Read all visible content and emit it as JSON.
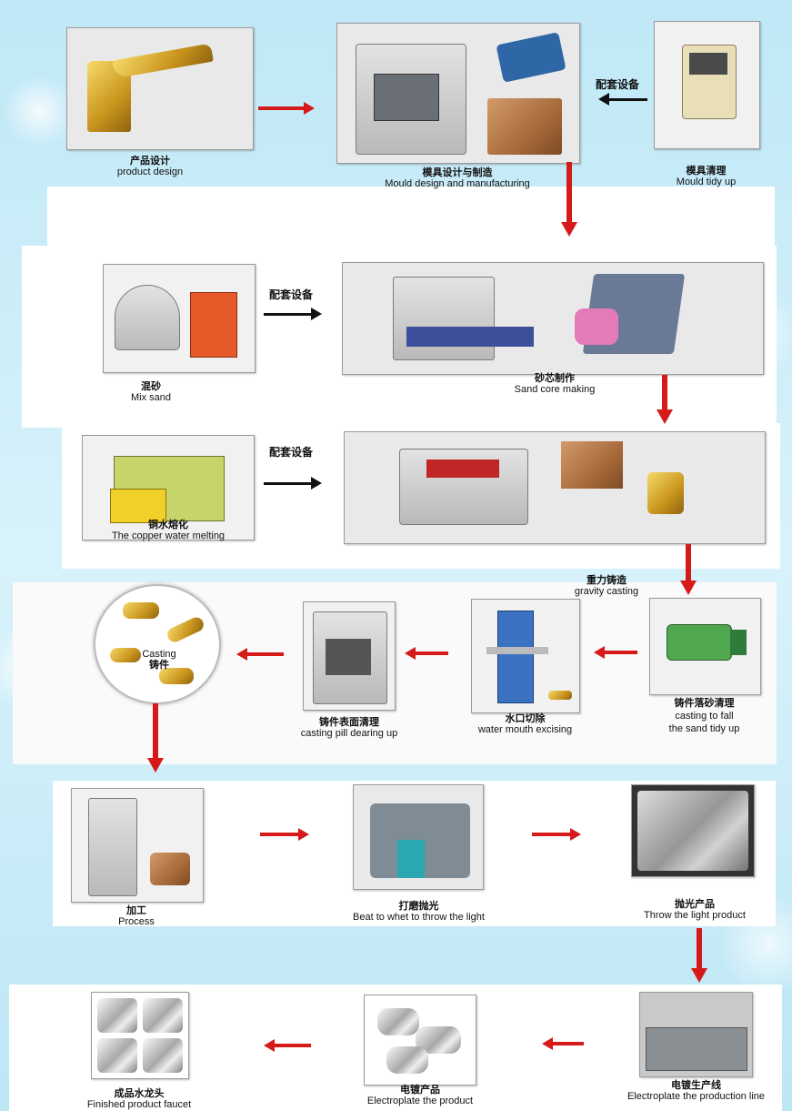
{
  "steps": {
    "product_design": {
      "cn": "产品设计",
      "en": "product design"
    },
    "mould_design": {
      "cn": "模具设计与制造",
      "en": "Mould design and manufacturing"
    },
    "mould_tidy": {
      "cn": "模具清理",
      "en": "Mould tidy up"
    },
    "mix_sand": {
      "cn": "混砂",
      "en": "Mix sand"
    },
    "sand_core": {
      "cn": "砂芯制作",
      "en": "Sand core making"
    },
    "copper_melt": {
      "cn": "铜水熔化",
      "en": "The copper water melting"
    },
    "gravity_casting": {
      "cn": "重力铸造",
      "en": "gravity casting"
    },
    "fall_sand": {
      "cn": "铸件落砂清理",
      "en1": "casting to fall",
      "en2": "the sand tidy up"
    },
    "water_mouth": {
      "cn": "水口切除",
      "en": "water mouth excising"
    },
    "pill_clearing": {
      "cn": "铸件表面清理",
      "en": "casting pill dearing up"
    },
    "casting": {
      "en": "Casting",
      "cn": "铸件"
    },
    "process": {
      "cn": "加工",
      "en": "Process"
    },
    "polish": {
      "cn": "打磨抛光",
      "en": "Beat to whet to throw the light"
    },
    "light_product": {
      "cn": "抛光产品",
      "en": "Throw the light product"
    },
    "electroplate_line": {
      "cn": "电镀生产线",
      "en": "Electroplate the production line"
    },
    "electroplate_product": {
      "cn": "电镀产品",
      "en": "Electroplate the product"
    },
    "finished": {
      "cn": "成品水龙头",
      "en": "Finished product faucet"
    }
  },
  "notes": {
    "support_equipment": "配套设备"
  },
  "colors": {
    "flow_arrow": "#d61a1a",
    "support_arrow": "#111111",
    "background": "#cfeef8"
  }
}
